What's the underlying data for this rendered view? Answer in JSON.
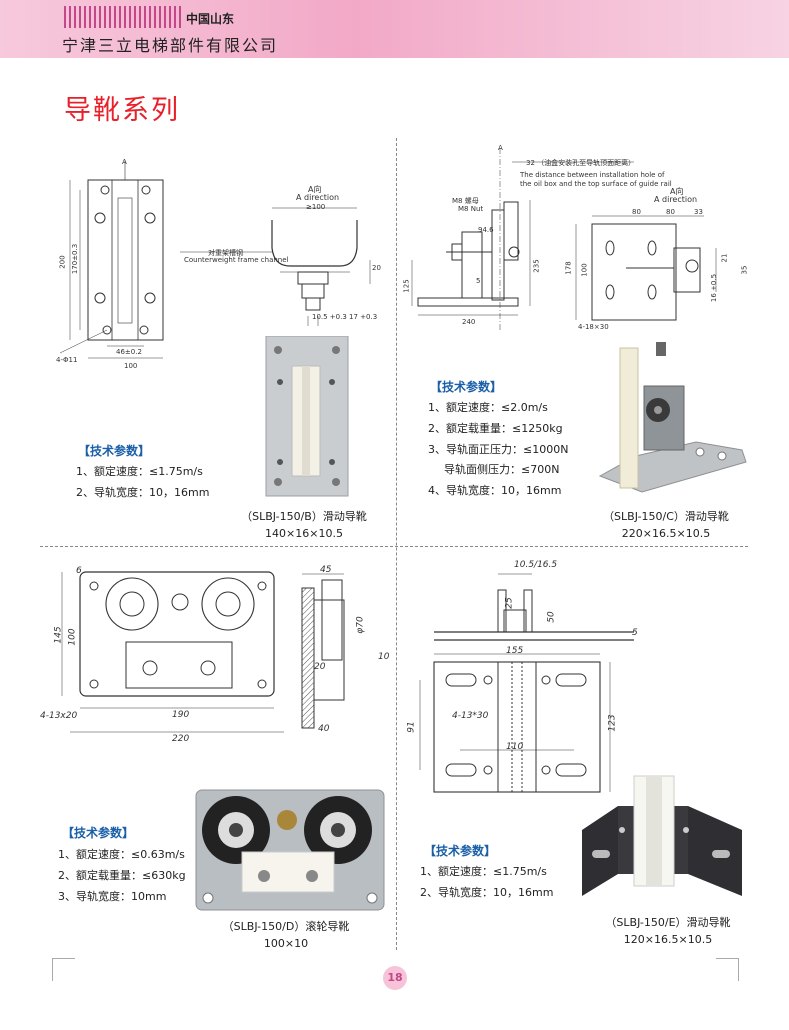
{
  "header": {
    "region": "中国山东",
    "company": "宁津三立电梯部件有限公司"
  },
  "page_title": "导靴系列",
  "products": {
    "b": {
      "spec_title": "【技术参数】",
      "specs": [
        "1、额定速度：≤1.75m/s",
        "2、导轨宽度：10，16mm"
      ],
      "model": "（SLBJ-150/B）滑动导靴",
      "size": "140×16×10.5",
      "drawing_labels": {
        "a": "A",
        "a_dir_cn": "A向",
        "a_dir_en": "A direction",
        "width_100": "≥100",
        "channel_cn": "对重架槽钢",
        "channel_en": "Counterweight frame channel",
        "dim_20": "20",
        "dim_200": "200",
        "dim_170": "170±0.3",
        "dim_46": "46±0.2",
        "dim_100": "100",
        "holes": "4-Φ11",
        "dim_105": "10.5 +0.3  17 +0.3"
      }
    },
    "c": {
      "spec_title": "【技术参数】",
      "specs": [
        "1、额定速度：≤2.0m/s",
        "2、额定载重量：≤1250kg",
        "3、导轨面正压力：≤1000N",
        "导轨面侧压力：≤700N",
        "4、导轨宽度：10，16mm"
      ],
      "model": "（SLBJ-150/C）滑动导靴",
      "size": "220×16.5×10.5",
      "drawing_labels": {
        "a": "A",
        "dim_32": "32 （油盒安装孔至导轨顶面距离）",
        "note_en_1": "The distance between installation hole of",
        "note_en_2": "the oil box and the top surface of guide rail",
        "m8_cn": "M8 螺母",
        "m8_en": "M8 Nut",
        "dim_946": "94.6",
        "dim_235": "235",
        "dim_125": "125",
        "dim_5": "5",
        "dim_240": "240",
        "a_dir_cn": "A向",
        "a_dir_en": "A direction",
        "dim_80a": "80",
        "dim_80b": "80",
        "dim_33": "33",
        "dim_178": "178",
        "dim_100": "100",
        "dim_21": "21",
        "dim_35": "35",
        "dim_16": "16 +0.5",
        "holes": "4-18×30"
      }
    },
    "d": {
      "spec_title": "【技术参数】",
      "specs": [
        "1、额定速度：≤0.63m/s",
        "2、额定载重量：≤630kg",
        "3、导轨宽度：10mm"
      ],
      "model": "（SLBJ-150/D）滚轮导靴",
      "size": "100×10",
      "drawing_labels": {
        "dim_6": "6",
        "dim_145": "145",
        "dim_100": "100",
        "holes": "4-13x20",
        "dim_190": "190",
        "dim_220": "220",
        "dim_45": "45",
        "dim_70": "φ70",
        "dim_20": "20",
        "dim_10": "10",
        "dim_40": "40"
      }
    },
    "e": {
      "spec_title": "【技术参数】",
      "specs": [
        "1、额定速度：≤1.75m/s",
        "2、导轨宽度：10，16mm"
      ],
      "model": "（SLBJ-150/E）滑动导靴",
      "size": "120×16.5×10.5",
      "drawing_labels": {
        "dim_105": "10.5/16.5",
        "dim_25": "25",
        "dim_50": "50",
        "dim_5": "5",
        "dim_155": "155",
        "holes": "4-13*30",
        "dim_91": "91",
        "dim_123": "123",
        "dim_110": "110"
      }
    }
  },
  "page_number": "18",
  "colors": {
    "accent": "#e8202a",
    "spec_title": "#1a5fa8",
    "header": "#f2a9c7"
  }
}
